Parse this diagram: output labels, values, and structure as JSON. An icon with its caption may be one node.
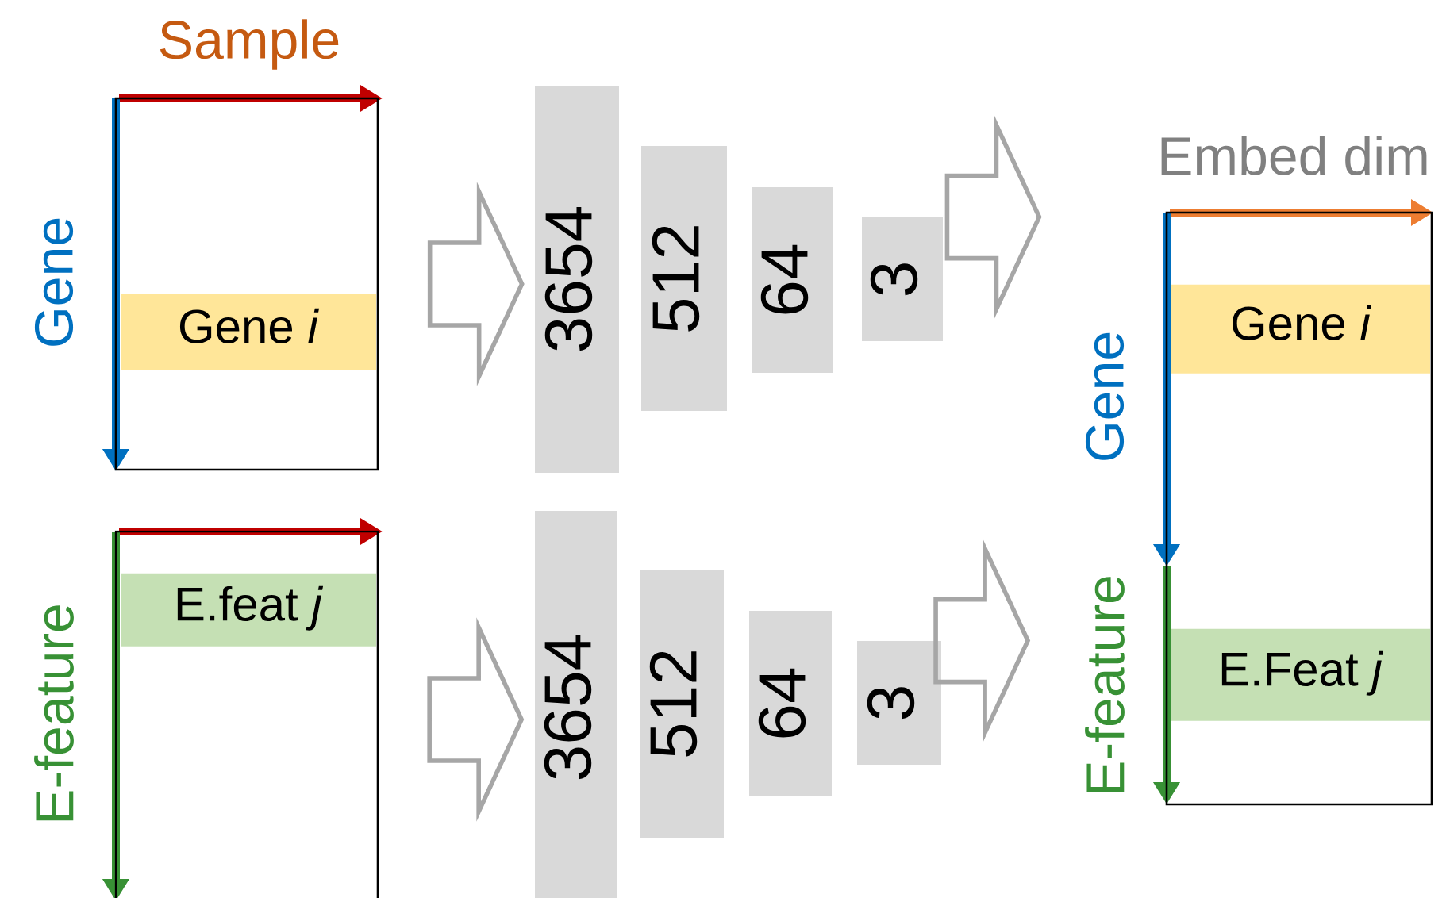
{
  "diagram": {
    "nodes": [
      {
        "text": [],
        "shape": "box"
      },
      {
        "text": [
          "Gene *i*"
        ],
        "in": 0
      },
      {
        "text": [],
        "shape": "box"
      },
      {
        "text": [
          "E.feat *j*"
        ],
        "in": 2
      },
      {
        "text": [
          "3654"
        ]
      },
      {
        "text": [
          "512"
        ]
      },
      {
        "text": [
          "64"
        ]
      },
      {
        "text": [
          "3"
        ]
      },
      {
        "text": [
          "3654"
        ]
      },
      {
        "text": [
          "512"
        ]
      },
      {
        "text": [
          "64"
        ]
      },
      {
        "text": [
          "3"
        ]
      },
      {
        "text": [],
        "shape": "box"
      },
      {
        "text": [
          "Gene *i*"
        ],
        "in": 12
      },
      {
        "text": [
          "E.Feat *j*"
        ],
        "in": 12
      }
    ],
    "edges": [
      {
        "from": 0,
        "to": 4,
        "arrow": "to"
      },
      {
        "from": 7,
        "to": 12,
        "arrow": "to"
      },
      {
        "from": 2,
        "to": 8,
        "arrow": "to"
      },
      {
        "from": 11,
        "to": 12,
        "arrow": "to"
      }
    ],
    "labels": [
      "Sample",
      "Gene",
      "E-feature",
      "Embed dim",
      "Gene",
      "E-feature"
    ]
  }
}
